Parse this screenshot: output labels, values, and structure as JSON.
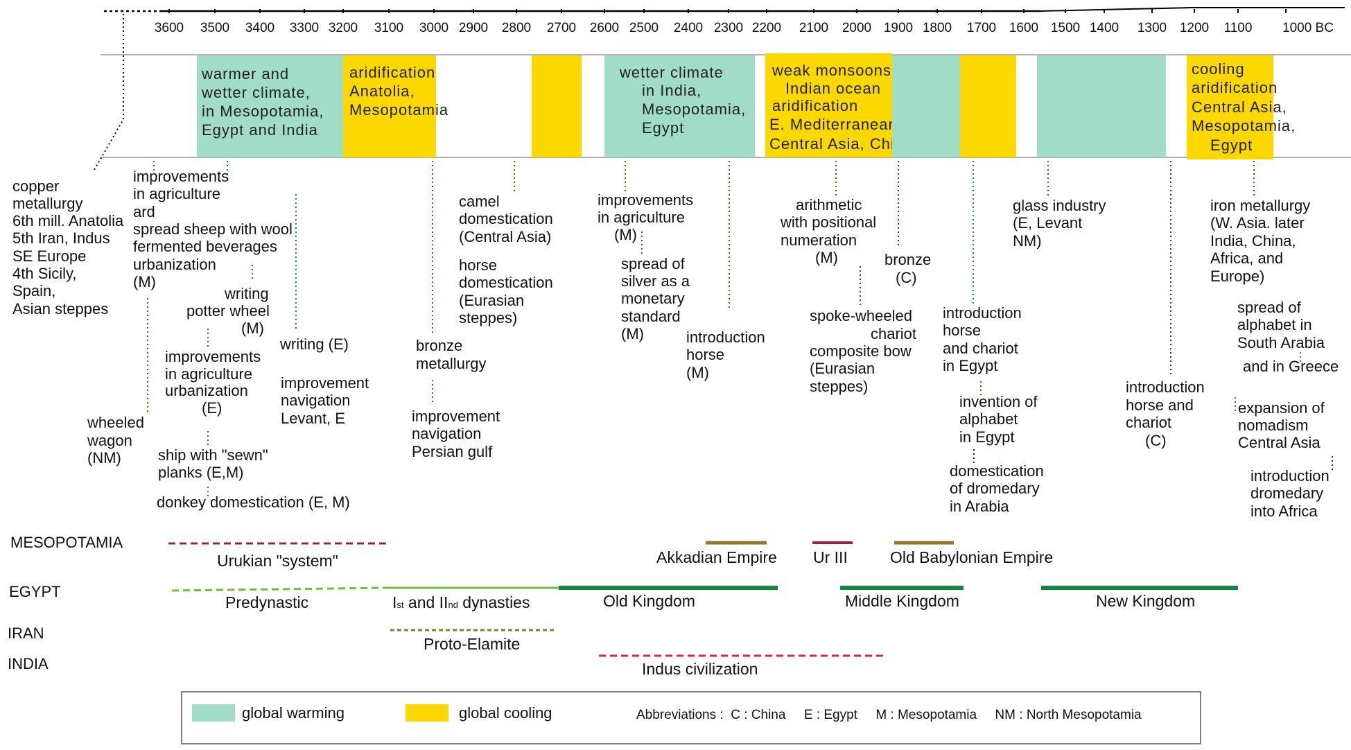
{
  "timeline": {
    "years": [
      "3600",
      "3500",
      "3400",
      "3300",
      "3200",
      "3100",
      "3000",
      "2900",
      "2800",
      "2700",
      "2600",
      "2500",
      "2400",
      "2300",
      "2200",
      "2100",
      "2000",
      "1900",
      "1800",
      "1700",
      "1600",
      "1500",
      "1400",
      "1300",
      "1200",
      "1100",
      "1000 BC"
    ]
  },
  "colors": {
    "warming": "#a1dcc8",
    "cooling": "#fcd800"
  },
  "climate": [
    {
      "kind": "warming",
      "lines": [
        "warmer and",
        "wetter climate,",
        "in Mesopotamia,",
        "Egypt and India"
      ]
    },
    {
      "kind": "cooling",
      "lines": [
        "aridification",
        "Anatolia,",
        "Mesopotamia"
      ]
    },
    {
      "kind": "cooling",
      "lines": []
    },
    {
      "kind": "warming",
      "lines": [
        "wetter climate",
        "in India,",
        "Mesopotamia,",
        "Egypt"
      ]
    },
    {
      "kind": "cooling",
      "lines": [
        "weak monsoons",
        "Indian ocean",
        "aridification",
        "E. Mediterranean",
        "Central Asia, China"
      ]
    },
    {
      "kind": "warming",
      "lines": []
    },
    {
      "kind": "cooling",
      "lines": []
    },
    {
      "kind": "warming",
      "lines": []
    },
    {
      "kind": "cooling",
      "lines": [
        "cooling",
        "aridification",
        "Central Asia,",
        "Mesopotamia,",
        "Egypt"
      ]
    }
  ],
  "events": [
    {
      "lines": [
        "copper",
        "metallurgy",
        "6th mill. Anatolia",
        "5th Iran, Indus",
        "  SE Europe",
        "4th Sicily,",
        "Spain,",
        "Asian steppes"
      ]
    },
    {
      "lines": [
        "improvements",
        "in agriculture",
        "ard",
        "spread sheep with wool",
        "fermented beverages",
        "urbanization",
        "(M)"
      ]
    },
    {
      "lines": [
        "writing",
        "potter wheel",
        "(M)"
      ]
    },
    {
      "lines": [
        "improvements",
        "in agriculture",
        "urbanization",
        "(E)"
      ]
    },
    {
      "lines": [
        "writing (E)"
      ]
    },
    {
      "lines": [
        "improvement",
        "navigation",
        "Levant, E"
      ]
    },
    {
      "lines": [
        "wheeled",
        "wagon",
        "(NM)"
      ]
    },
    {
      "lines": [
        "ship with \"sewn\"",
        "planks   (E,M)"
      ]
    },
    {
      "lines": [
        "donkey domestication (E, M)"
      ]
    },
    {
      "lines": [
        "camel",
        "domestication",
        "(Central Asia)"
      ]
    },
    {
      "lines": [
        "horse",
        "domestication",
        "(Eurasian",
        "steppes)"
      ]
    },
    {
      "lines": [
        "bronze",
        "metallurgy"
      ]
    },
    {
      "lines": [
        "improvement",
        "navigation",
        "Persian gulf"
      ]
    },
    {
      "lines": [
        "improvements",
        "in agriculture",
        "(M)"
      ]
    },
    {
      "lines": [
        "spread of",
        "silver as a",
        "monetary",
        "standard",
        "(M)"
      ]
    },
    {
      "lines": [
        "introduction",
        "horse",
        "(M)"
      ]
    },
    {
      "lines": [
        "arithmetic",
        "with positional",
        "numeration",
        "(M)"
      ]
    },
    {
      "lines": [
        "bronze",
        "(C)"
      ]
    },
    {
      "lines": [
        "spoke-wheeled",
        "chariot",
        "composite bow",
        "(Eurasian",
        "steppes)"
      ]
    },
    {
      "lines": [
        "glass industry",
        "(E,  Levant",
        "NM)"
      ]
    },
    {
      "lines": [
        "introduction",
        "horse",
        "and chariot",
        "in Egypt"
      ]
    },
    {
      "lines": [
        "invention of",
        "alphabet",
        "in Egypt"
      ]
    },
    {
      "lines": [
        "domestication",
        "of dromedary",
        "in Arabia"
      ]
    },
    {
      "lines": [
        "introduction",
        "horse and",
        "chariot",
        "(C)"
      ]
    },
    {
      "lines": [
        "iron metallurgy",
        "(W. Asia. later",
        "India, China,",
        "Africa, and",
        "Europe)"
      ]
    },
    {
      "lines": [
        "spread of",
        "alphabet in",
        "South Arabia"
      ]
    },
    {
      "lines": [
        "and in Greece"
      ]
    },
    {
      "lines": [
        "expansion of",
        "nomadism",
        "Central Asia"
      ]
    },
    {
      "lines": [
        "introduction",
        "dromedary",
        "into Africa"
      ]
    }
  ],
  "regions": {
    "mesopotamia": "MESOPOTAMIA",
    "egypt": "EGYPT",
    "iran": "IRAN",
    "india": "INDIA"
  },
  "periods": [
    {
      "label": "Urukian \"system\"",
      "color": "#8b2a3a"
    },
    {
      "label": "Akkadian Empire",
      "color": "#8c7a2e"
    },
    {
      "label": "Ur III",
      "color": "#9a1f45"
    },
    {
      "label": "Old Babylonian Empire",
      "color": "#8c7a2e"
    },
    {
      "label": "Predynastic",
      "color": "#6cbf3a"
    },
    {
      "label": "Old Kingdom",
      "color": "#0e8a3c"
    },
    {
      "label": "Middle Kingdom",
      "color": "#0e8a3c"
    },
    {
      "label": "New Kingdom",
      "color": "#0e8a3c"
    },
    {
      "label": "Proto-Elamite",
      "color": "#8c7a2e"
    },
    {
      "label": "Indus civilization",
      "color": "#e0242b"
    }
  ],
  "dynasties": {
    "pre1": "I",
    "sup1": "st",
    "mid": " and II",
    "sup2": "nd",
    "post": " dynasties"
  },
  "legend": {
    "warming_label": "global warming",
    "cooling_label": "global cooling",
    "abbreviations": "Abbreviations :  C : China     E : Egypt     M : Mesopotamia     NM : North Mesopotamia"
  }
}
